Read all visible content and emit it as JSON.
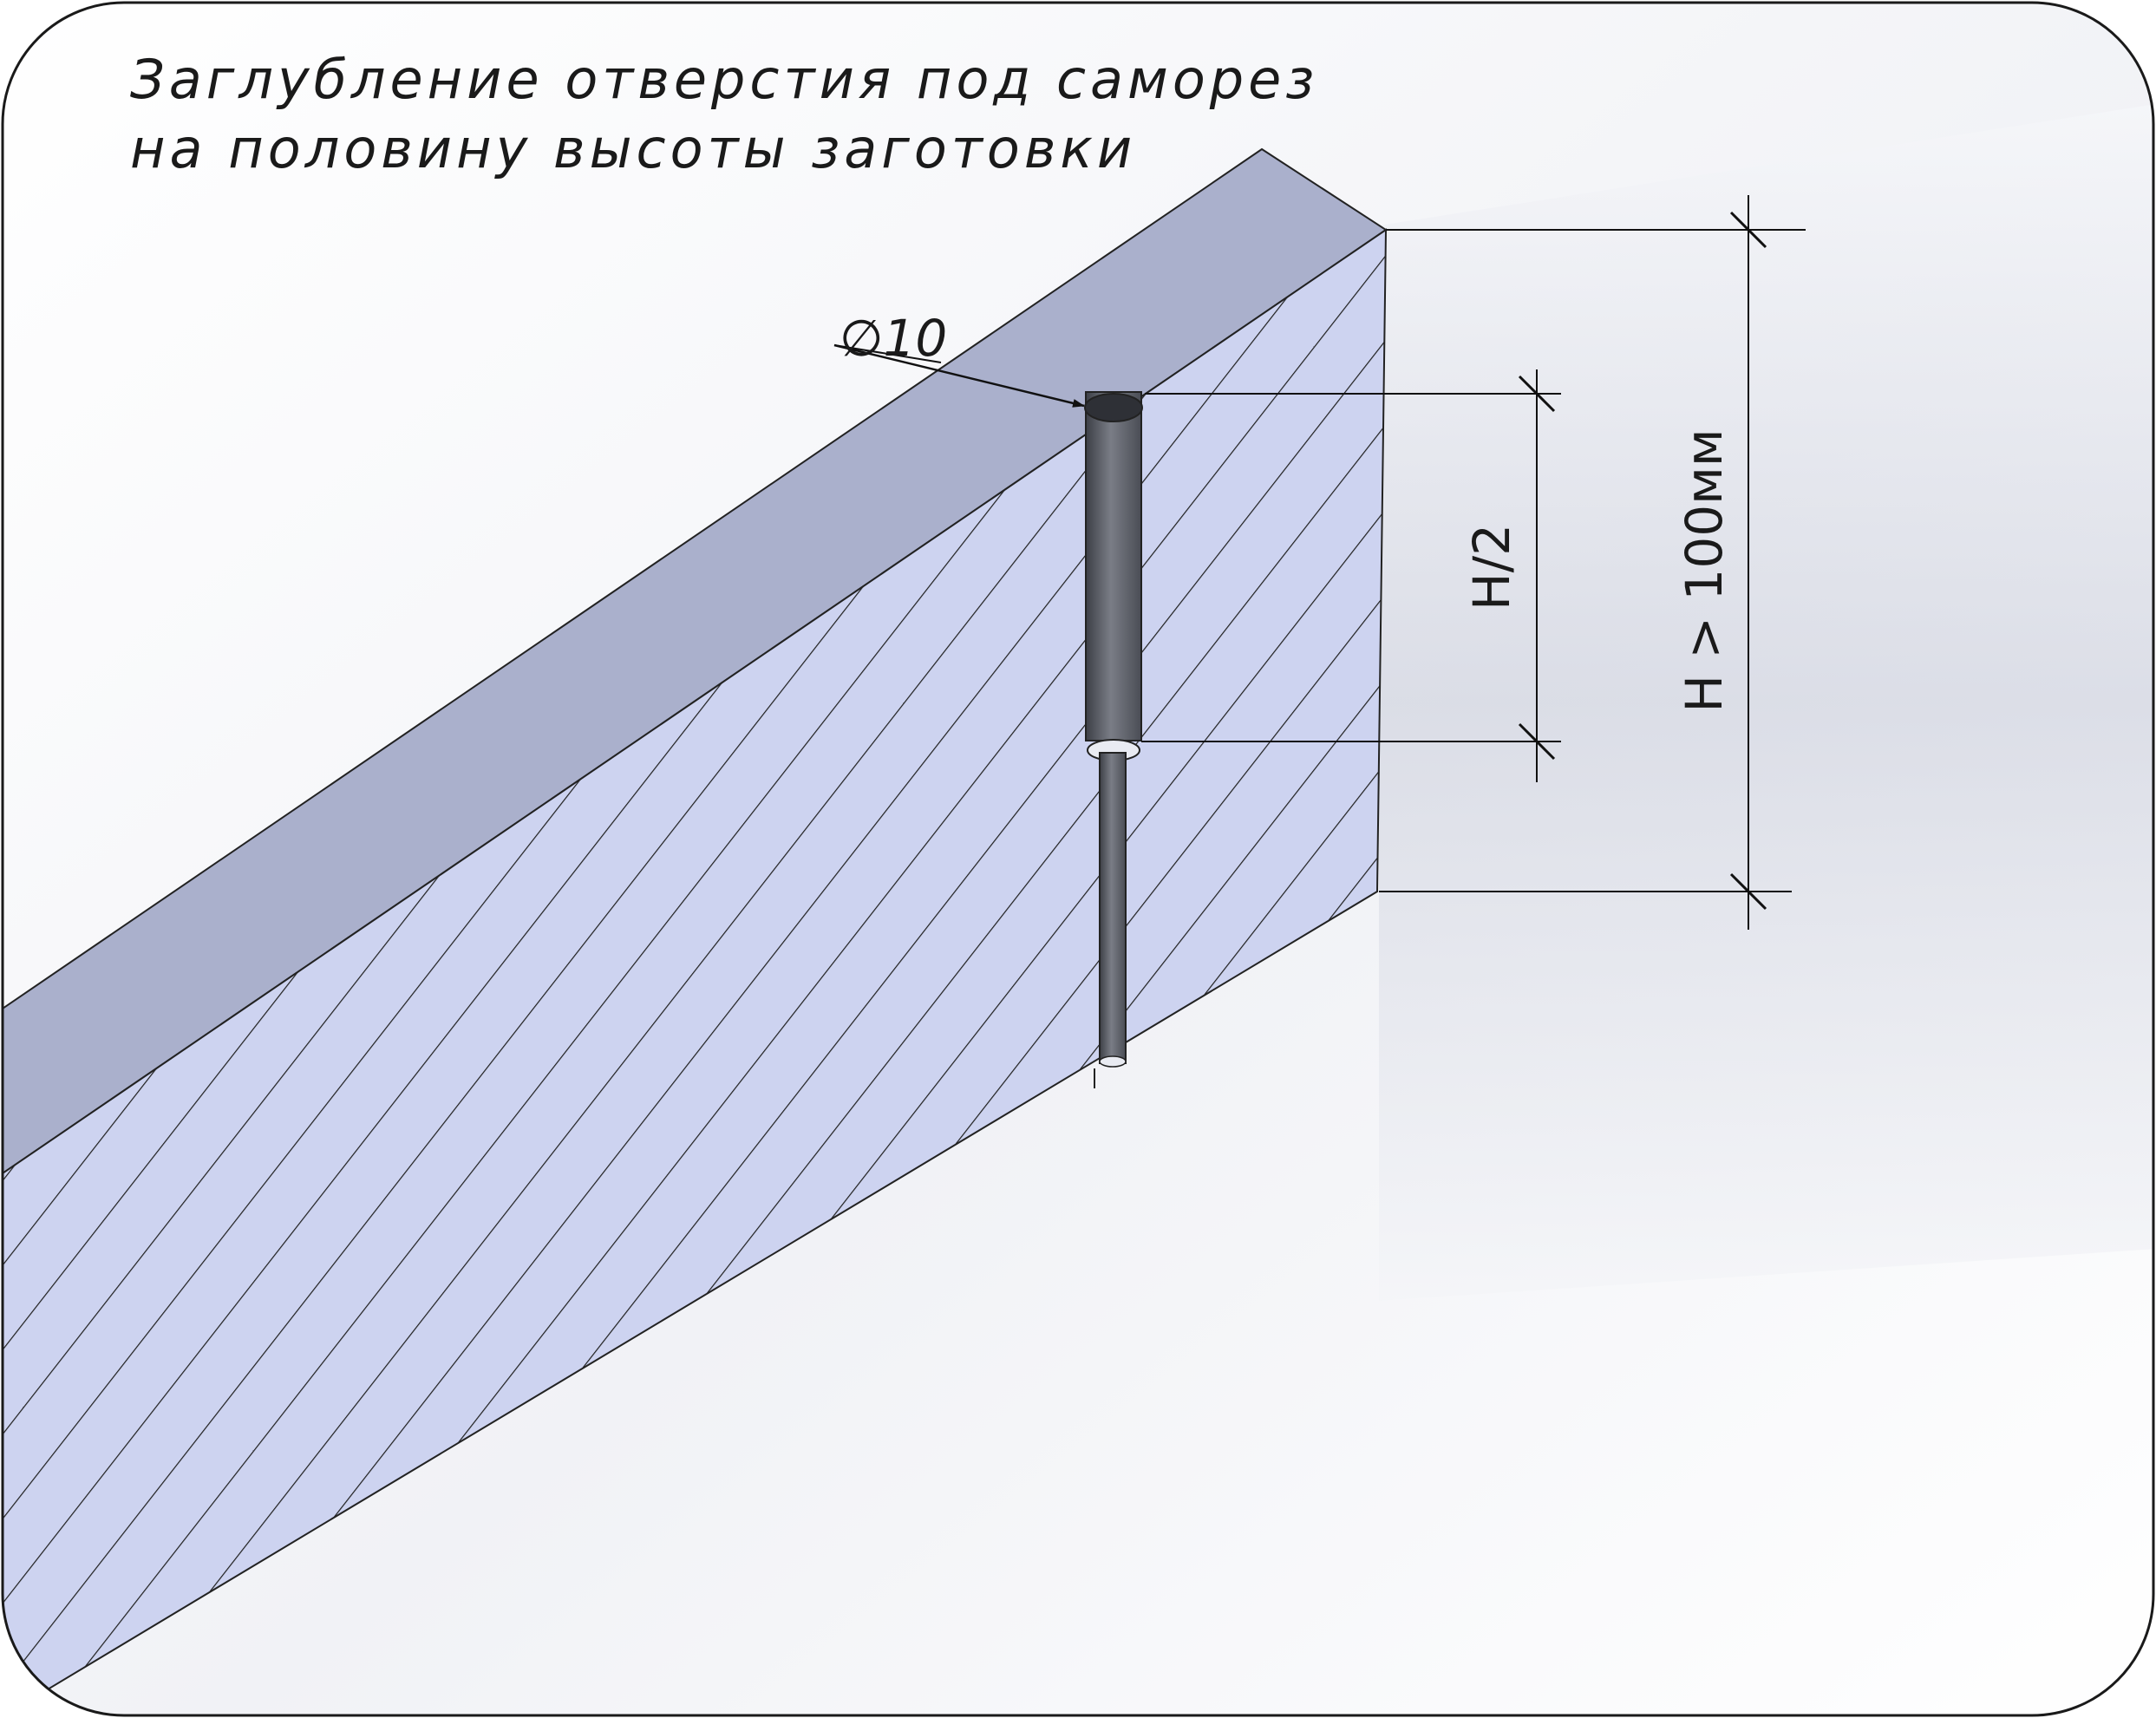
{
  "title": {
    "line1": "Заглубление отверстия под саморез",
    "line2": "на половину высоты заготовки"
  },
  "dimensions": {
    "diameter": "∅10",
    "half_height": "H/2",
    "height": "H > 100мм"
  },
  "colors": {
    "top_face": "#aab0cc",
    "section_face": "#cdd3f0",
    "hatch": "#1e1e1e",
    "hole": "#5d6068",
    "background_shadow": "#d5d8e2"
  }
}
